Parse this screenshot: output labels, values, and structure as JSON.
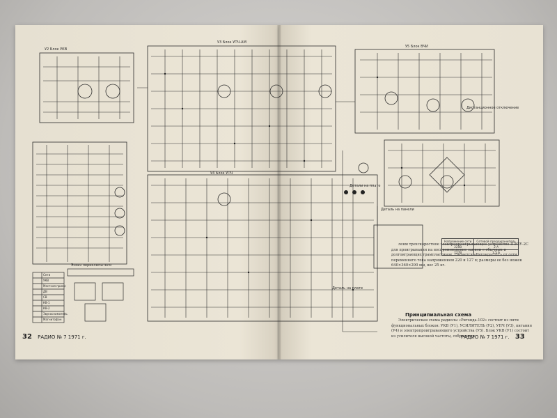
{
  "left_page": {
    "page_number": "32",
    "running_footer": "РАДИО № 7 1971 г."
  },
  "right_page": {
    "page_number": "33",
    "running_footer": "РАДИО № 7 1971 г."
  },
  "schematic_labels": {
    "block_left_top": "У2 Блок УКВ",
    "block_center_top": "У3 Блок УПЧ-АМ",
    "block_right_top": "У5 Блок ВЧИ",
    "block_middle": "У4 Блок УПЧ",
    "note_a": "Дистанционное отключение",
    "note_b": "Детали на плате",
    "note_c": "Деталь на плате",
    "note_d": "Деталь на панели",
    "switch_label": "Эскиз переключателя"
  },
  "legend_rows": [
    "Сети",
    "УКВ",
    "Местная прием",
    "ДВ",
    "СВ",
    "КВ-1",
    "КВ-2",
    "Звукосниматель",
    "Магнитофон"
  ],
  "table": {
    "headers": [
      "Напряжение сети",
      "Сетевой предохранитель"
    ],
    "rows": [
      [
        "220В",
        "2 А"
      ],
      [
        "127В",
        "2,5 А"
      ]
    ]
  },
  "article": {
    "intro_text": "ленм трехскоростное электропроигрывающее устройство ПЭПУ-2С для проигрывания на воспроизведение записи с обычных и долгоиграющих грампластинок. Питается «Ригонда-102» от сети переменного тока напряжением 220 и 127 в; размеры ее без ножек 640×360×290 мм, вес 25 кг.",
    "heading": "Принципиальная схема",
    "body_text": "Электрическая схема радиолы «Ригонда-102» состоит из пяти функциональных блоков: УКВ (У1), УСИЛИТЕЛЬ (У2), УПЧ (У3), питания (У4) и электропроигрывающего устройства (У5). Блок УКВ (У1) состоит из усилителя высокой частоты, собранного"
  },
  "colors": {
    "paper": "#e8e2d3",
    "ink": "#2b2b2b",
    "background": "#c9c7c4"
  }
}
